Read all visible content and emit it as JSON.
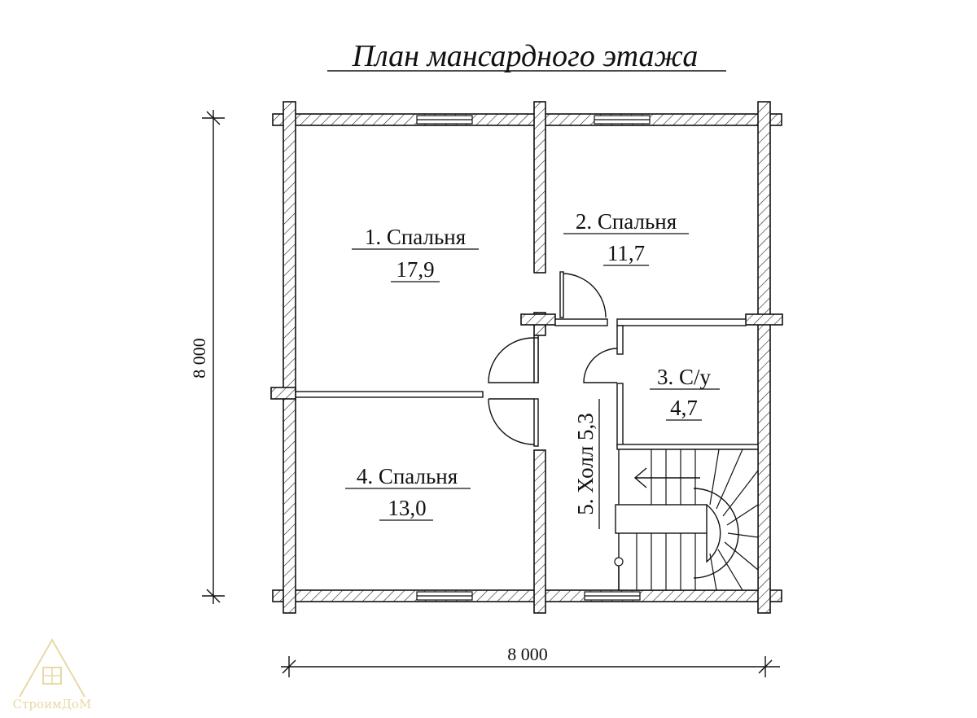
{
  "title": "План мансардного этажа",
  "rooms": [
    {
      "name": "1. Спальня",
      "area": "17,9"
    },
    {
      "name": "2. Спальня",
      "area": "11,7"
    },
    {
      "name": "3. С/у",
      "area": "4,7"
    },
    {
      "name": "4. Спальня",
      "area": "13,0"
    },
    {
      "name": "5. Холл 5,3"
    }
  ],
  "dimensions": {
    "width": "8 000",
    "height": "8 000"
  },
  "logo": {
    "text": "СтроимДоМ",
    "color": "#e8d9a6"
  }
}
